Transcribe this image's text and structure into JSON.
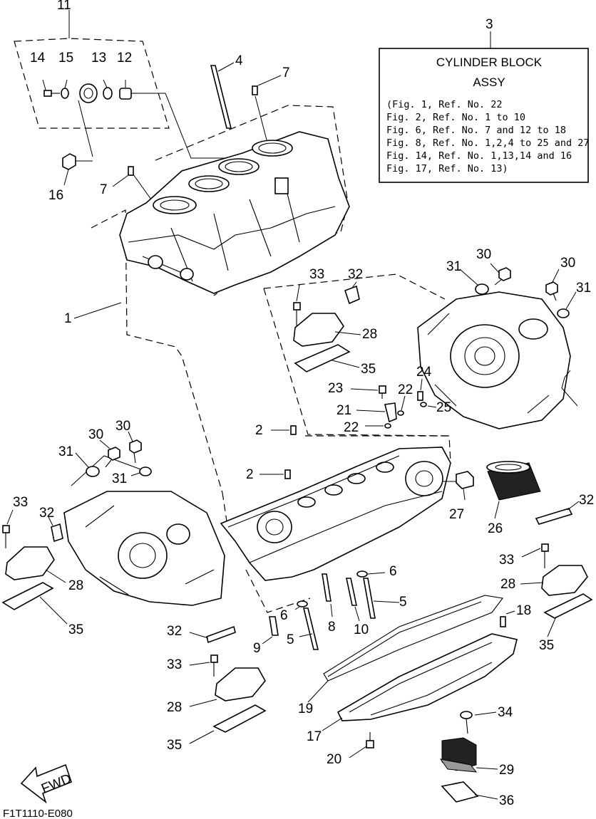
{
  "info_box": {
    "callout": "3",
    "title_line1": "CYLINDER BLOCK",
    "title_line2": "ASSY",
    "lines": [
      "(Fig. 1, Ref. No. 22",
      " Fig. 2, Ref. No. 1 to 10",
      " Fig. 6, Ref. No. 7 and 12 to 18",
      " Fig. 8, Ref. No. 1,2,4 to 25 and 27",
      " Fig. 14, Ref. No. 1,13,14 and 16",
      " Fig. 17, Ref. No. 13)"
    ]
  },
  "fwd_label": "FWD",
  "diagram_code": "F1T1110-E080",
  "callouts": {
    "c11": "11",
    "c14": "14",
    "c15": "15",
    "c13": "13",
    "c12": "12",
    "c4": "4",
    "c7a": "7",
    "c7b": "7",
    "c16": "16",
    "c1": "1",
    "c30a": "30",
    "c31a": "31",
    "c30b": "30",
    "c31b": "31",
    "c33a": "33",
    "c32a": "32",
    "c28a": "28",
    "c35a": "35",
    "c24": "24",
    "c23": "23",
    "c22a": "22",
    "c21": "21",
    "c25": "25",
    "c22b": "22",
    "c2a": "2",
    "c2b": "2",
    "c30c": "30",
    "c30d": "30",
    "c31c": "31",
    "c31d": "31",
    "c33b": "33",
    "c32b": "32",
    "c28b": "28",
    "c35b": "35",
    "c27": "27",
    "c26": "26",
    "c32c": "32",
    "c33c": "33",
    "c28c": "28",
    "c35c": "35",
    "c6a": "6",
    "c5a": "5",
    "c18": "18",
    "c6b": "6",
    "c8": "8",
    "c10": "10",
    "c9": "9",
    "c5b": "5",
    "c32d": "32",
    "c33d": "33",
    "c28d": "28",
    "c35d": "35",
    "c19": "19",
    "c17": "17",
    "c20": "20",
    "c34": "34",
    "c29": "29",
    "c36": "36"
  }
}
